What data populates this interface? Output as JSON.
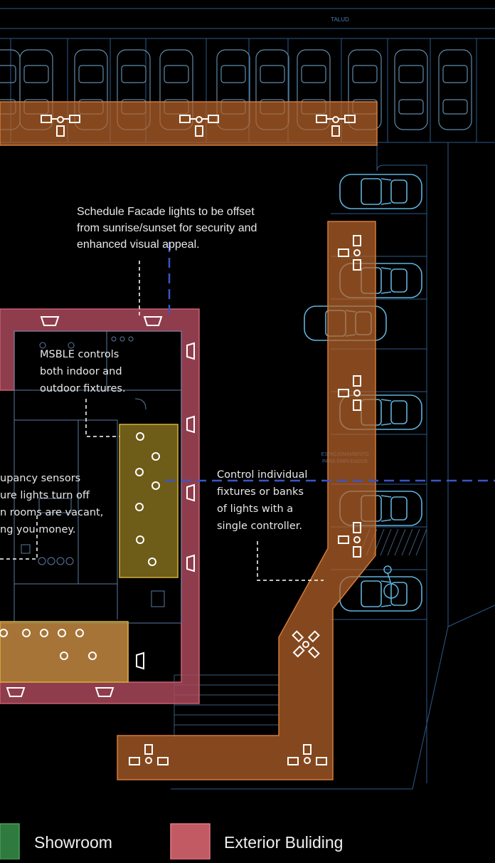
{
  "plan_labels": {
    "top_band": "TALUD",
    "parking_area_line1": "ESTACIONAMIENTO",
    "parking_area_line2": "PARA EMPLEADOS"
  },
  "annotations": {
    "facade": [
      "Schedule Facade lights to be offset",
      "from sunrise/sunset for security and",
      "enhanced visual appeal."
    ],
    "msble": [
      "MSBLE controls",
      "both indoor and",
      "outdoor fixtures."
    ],
    "occupancy": [
      "upancy sensors",
      "ure lights turn off",
      "n rooms are vacant,",
      "ng you money."
    ],
    "control": [
      "Control individual",
      "fixtures or banks",
      "of lights with a",
      "single controller."
    ]
  },
  "legend": [
    {
      "label": "Showroom",
      "color": "#2f7a3e"
    },
    {
      "label": "Exterior Buliding",
      "color": "#c25a64"
    }
  ],
  "colors": {
    "background": "#000000",
    "cad_lines": "#2d5a8c",
    "car_outlines": "#5fb2dc",
    "exterior_lighting_zone": "#b8642a",
    "building_facade_zone": "#a8485a",
    "interior_zone": "#b89a2a",
    "leader_lines": "#ffffff",
    "control_path": "#3a55c8"
  },
  "icons": {
    "pole_fixture": "pole-light-fixture-icon",
    "wall_fixture": "wall-sconce-icon",
    "downlight": "downlight-icon",
    "car": "parked-car-icon"
  }
}
